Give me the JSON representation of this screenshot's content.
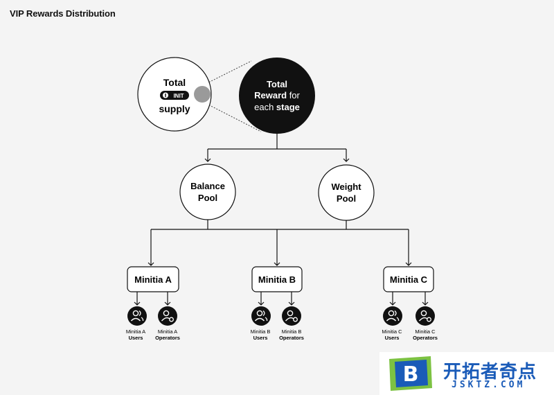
{
  "title": "VIP Rewards Distribution",
  "supply": {
    "line1": "Total",
    "badge": "INIT",
    "line2": "supply"
  },
  "reward": {
    "line1": "Total",
    "line2a": "Reward",
    "line2b": " for",
    "line3a": "each ",
    "line3b": "stage"
  },
  "pools": [
    {
      "line1": "Balance",
      "line2": "Pool"
    },
    {
      "line1": "Weight",
      "line2": "Pool"
    }
  ],
  "minitias": [
    {
      "label": "Minitia A",
      "users_l1": "Minitia A",
      "users_l2": "Users",
      "ops_l1": "Minitia A",
      "ops_l2": "Operators"
    },
    {
      "label": "Minitia B",
      "users_l1": "Minitia B",
      "users_l2": "Users",
      "ops_l1": "Minitia B",
      "ops_l2": "Operators"
    },
    {
      "label": "Minitia C",
      "users_l1": "Minitia C",
      "users_l2": "Users",
      "ops_l1": "Minitia C",
      "ops_l2": "Operators"
    }
  ],
  "watermark": {
    "brand": "开拓者奇点",
    "domain": "JSKTZ.COM"
  },
  "colors": {
    "background": "#f4f4f4",
    "dark": "#111111",
    "grey_dot": "#9a9a9a",
    "watermark_blue": "#1a5bb8",
    "watermark_green": "#7cc242"
  }
}
